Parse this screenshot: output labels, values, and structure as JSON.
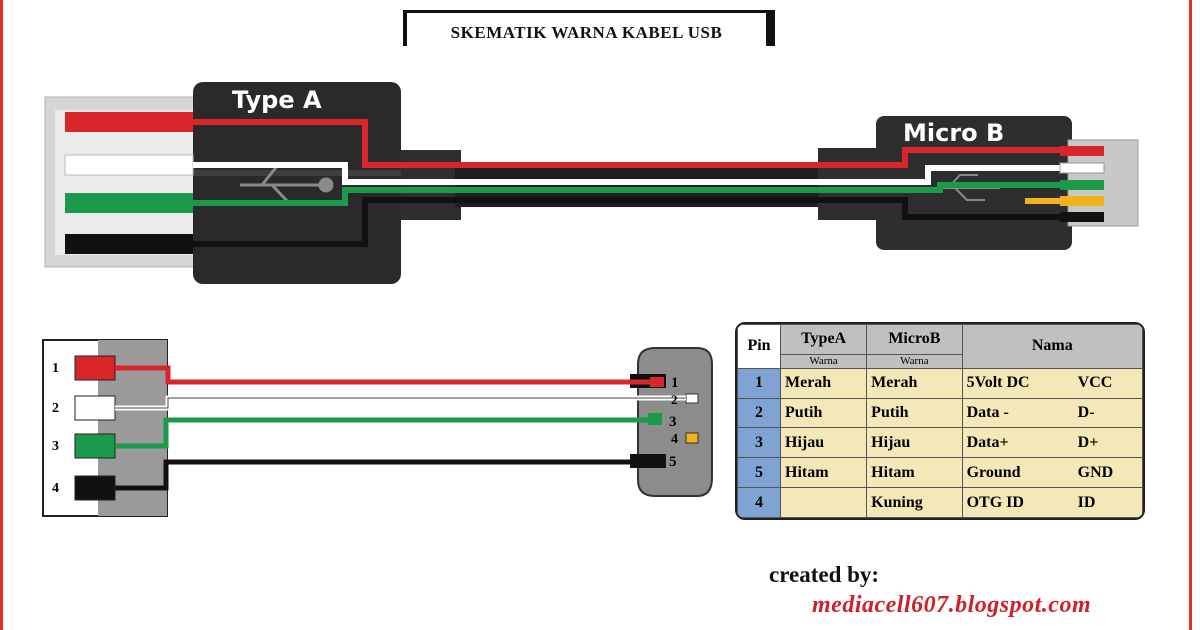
{
  "title": "SKEMATIK WARNA KABEL USB",
  "top_diagram": {
    "type_a_label": "Type A",
    "micro_b_label": "Micro B"
  },
  "bottom_diagram": {
    "type_a_pins": [
      "1",
      "2",
      "3",
      "4"
    ],
    "micro_b_pins": [
      "1",
      "2",
      "3",
      "4",
      "5"
    ]
  },
  "colors": {
    "merah": "#d8262a",
    "putih": "#ffffff",
    "hijau": "#1a9a4a",
    "hitam": "#111111",
    "kuning": "#f2b21b",
    "frame": "#e0322a",
    "table_pin_bg": "#7fa3d2",
    "table_body_bg": "#f4e8b8",
    "table_header_bg": "#c0c0c0"
  },
  "table": {
    "headers": {
      "pin": "Pin",
      "type_a": "TypeA",
      "micro_b": "MicroB",
      "nama": "Nama"
    },
    "subheaders": {
      "type_a": "Warna",
      "micro_b": "Warna"
    },
    "rows": [
      {
        "pin": "1",
        "type_a": "Merah",
        "micro_b": "Merah",
        "nama": "5Volt DC",
        "code": "VCC"
      },
      {
        "pin": "2",
        "type_a": "Putih",
        "micro_b": "Putih",
        "nama": "Data -",
        "code": "D-"
      },
      {
        "pin": "3",
        "type_a": "Hijau",
        "micro_b": "Hijau",
        "nama": "Data+",
        "code": "D+"
      },
      {
        "pin": "5",
        "type_a": "Hitam",
        "micro_b": "Hitam",
        "nama": "Ground",
        "code": "GND"
      },
      {
        "pin": "4",
        "type_a": "",
        "micro_b": "Kuning",
        "nama": "OTG ID",
        "code": "ID"
      }
    ]
  },
  "credit": {
    "label": "created by:",
    "url": "mediacell607.blogspot.com"
  }
}
